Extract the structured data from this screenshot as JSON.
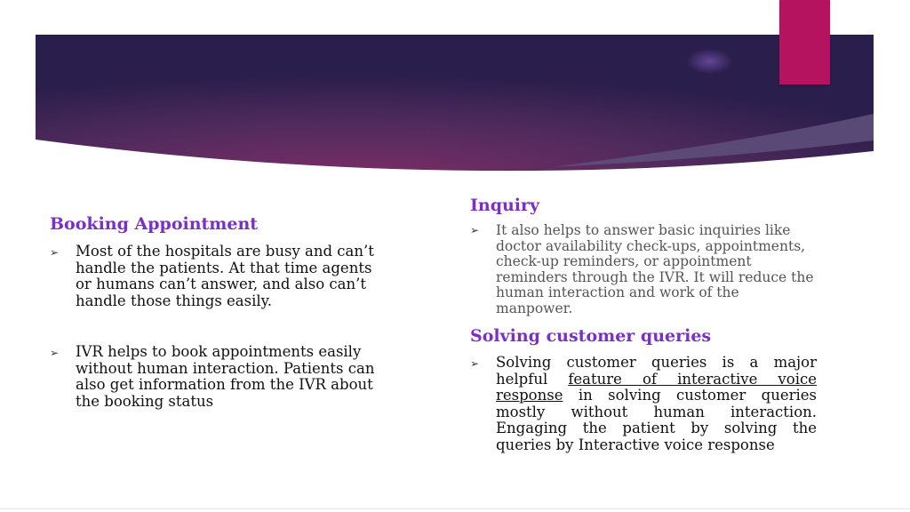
{
  "colors": {
    "banner_dark": "#2a1e4c",
    "banner_mid": "#6b2d63",
    "accent": "#b5125f",
    "heading": "#7b2fc9"
  },
  "left": {
    "heading": "Booking Appointment",
    "bullets": [
      "Most of the hospitals are busy and can’t handle the patients. At that time agents or humans can’t answer, and also can’t handle those things easily.",
      " IVR helps to book appointments easily without human interaction. Patients can also get information from the IVR about the booking status"
    ]
  },
  "right": {
    "inquiry_heading": "Inquiry",
    "inquiry_text": "It also helps to answer basic inquiries like doctor availability check-ups, appointments, check-up reminders, or appointment reminders through the IVR. It will reduce the human interaction and work of the manpower.",
    "solving_heading": "Solving customer queries",
    "solving_pre": "Solving customer queries is a major helpful ",
    "solving_link": "feature of interactive voice response",
    "solving_post": " in solving customer queries mostly without human interaction. Engaging the patient by solving the queries by Interactive voice response"
  },
  "bullet_icon": "arrow-bullet-icon"
}
